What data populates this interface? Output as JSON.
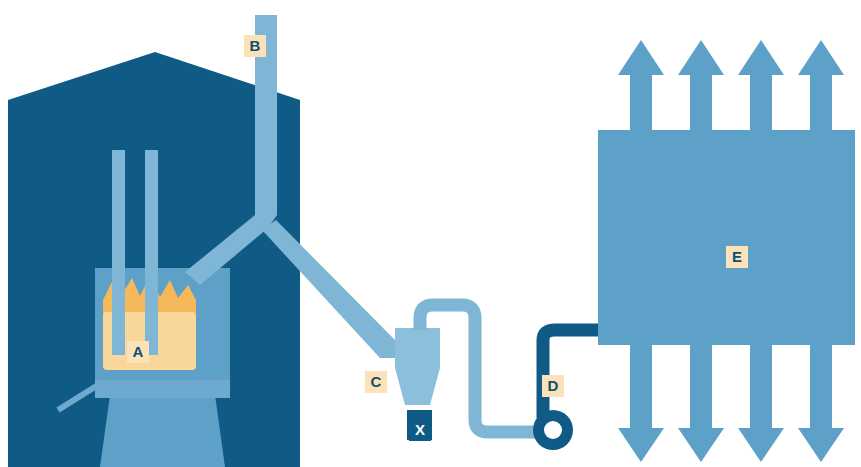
{
  "diagram": {
    "labels": [
      "A",
      "B",
      "C",
      "D",
      "E",
      "X"
    ]
  }
}
